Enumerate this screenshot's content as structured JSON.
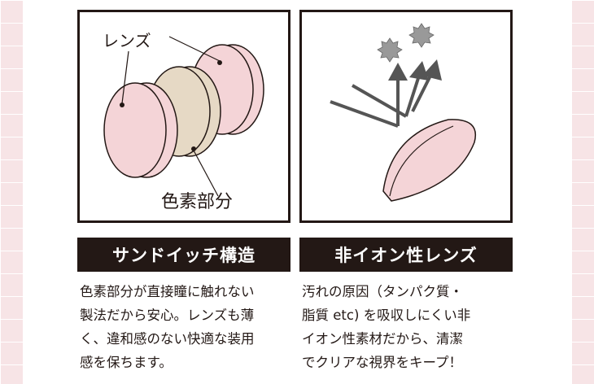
{
  "colors": {
    "accent_pink": "#f2d6d9",
    "lens_fill": "#f4d4d7",
    "pigment_fill": "#e6d9c5",
    "dark": "#231815",
    "arrow_gray": "#555555",
    "particle_gray": "#999999"
  },
  "left": {
    "label_lens": "レンズ",
    "label_pigment": "色素部分",
    "title": "サンドイッチ構造",
    "description_lines": [
      "色素部分が直接瞳に触れない",
      "製法だから安心。レンズも薄",
      "く、違和感のない快適な装用",
      "感を保ちます。"
    ]
  },
  "right": {
    "title": "非イオン性レンズ",
    "description_lines": [
      "汚れの原因（タンパク質・",
      "脂質 etc) を吸収しにくい非",
      "イオン性素材だから、清潔",
      "でクリアな視界をキープ！"
    ]
  }
}
